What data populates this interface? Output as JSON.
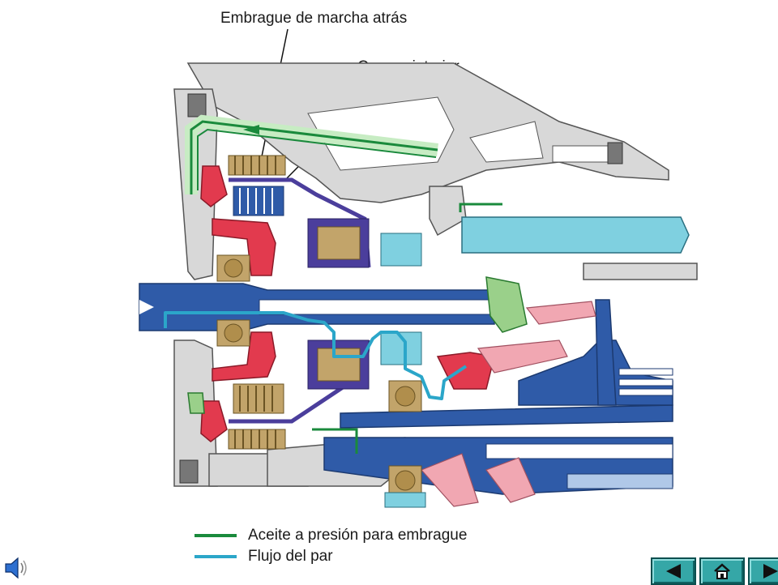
{
  "labels": {
    "reverse_clutch": "Embrague de marcha atrás",
    "ring_gear": "Corona interior"
  },
  "legend": {
    "items": [
      {
        "label": "Aceite a presión para embrague",
        "color": "#1a8a3c"
      },
      {
        "label": "Flujo del par",
        "color": "#2ba6c9"
      }
    ]
  },
  "colors": {
    "housing": "#d8d8d8",
    "housing_stroke": "#555555",
    "shaft_blue": "#2f5ba8",
    "light_blue": "#7fd0e0",
    "red": "#e23a4e",
    "pink": "#f1a7b2",
    "purple": "#4b3e9c",
    "tan": "#c2a46a",
    "green_oil": "#1a8a3c",
    "cyan_flow": "#2ba6c9"
  },
  "icons": {
    "speaker": "speaker-icon",
    "prev": "triangle-left-icon",
    "home": "home-icon",
    "next": "triangle-right-icon"
  }
}
